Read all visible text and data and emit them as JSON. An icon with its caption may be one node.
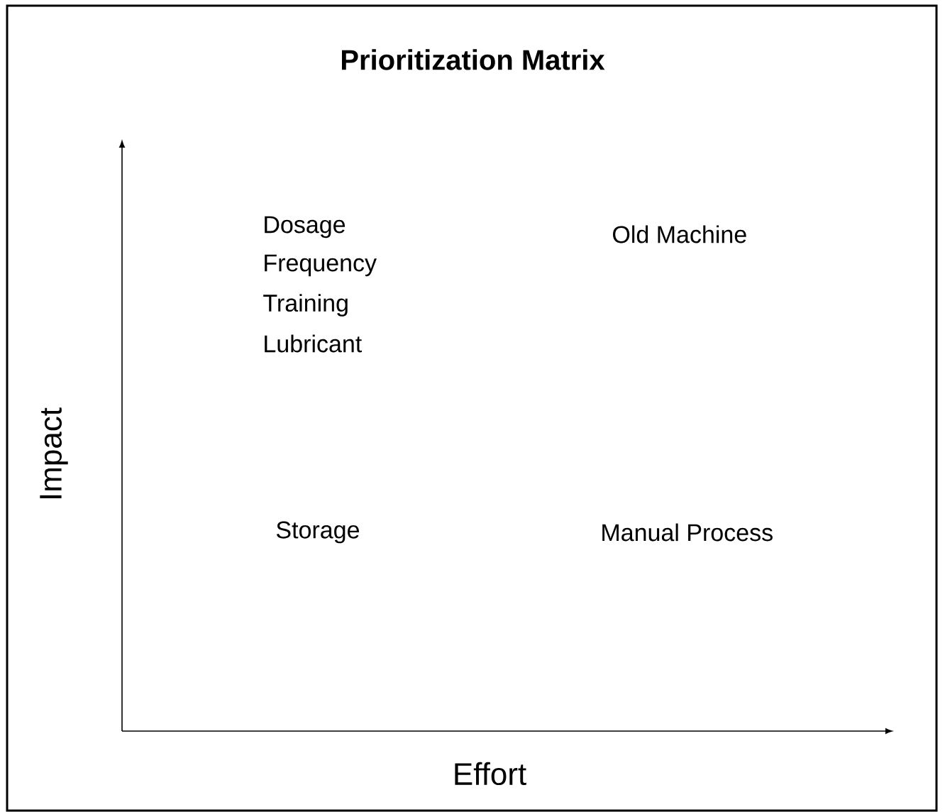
{
  "diagram": {
    "title": "Prioritization Matrix",
    "labels": [
      "Dosage",
      "Frequency",
      "Training",
      "Lubricant",
      "Old Machine",
      "Impact",
      "Storage",
      "Manual Process",
      "Effort"
    ]
  }
}
